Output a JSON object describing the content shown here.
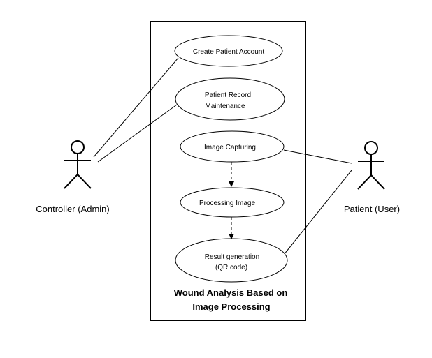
{
  "system": {
    "title_line1": "Wound Analysis Based on",
    "title_line2": "Image Processing"
  },
  "actors": {
    "admin": {
      "label": "Controller (Admin)"
    },
    "patient": {
      "label": "Patient (User)"
    }
  },
  "use_cases": {
    "create_account": {
      "line1": "Create Patient Account"
    },
    "record_maintenance": {
      "line1": "Patient Record",
      "line2": "Maintenance"
    },
    "image_capturing": {
      "line1": "Image Capturing"
    },
    "processing_image": {
      "line1": "Processing Image"
    },
    "result_generation": {
      "line1": "Result generation",
      "line2": "(QR code)"
    }
  }
}
